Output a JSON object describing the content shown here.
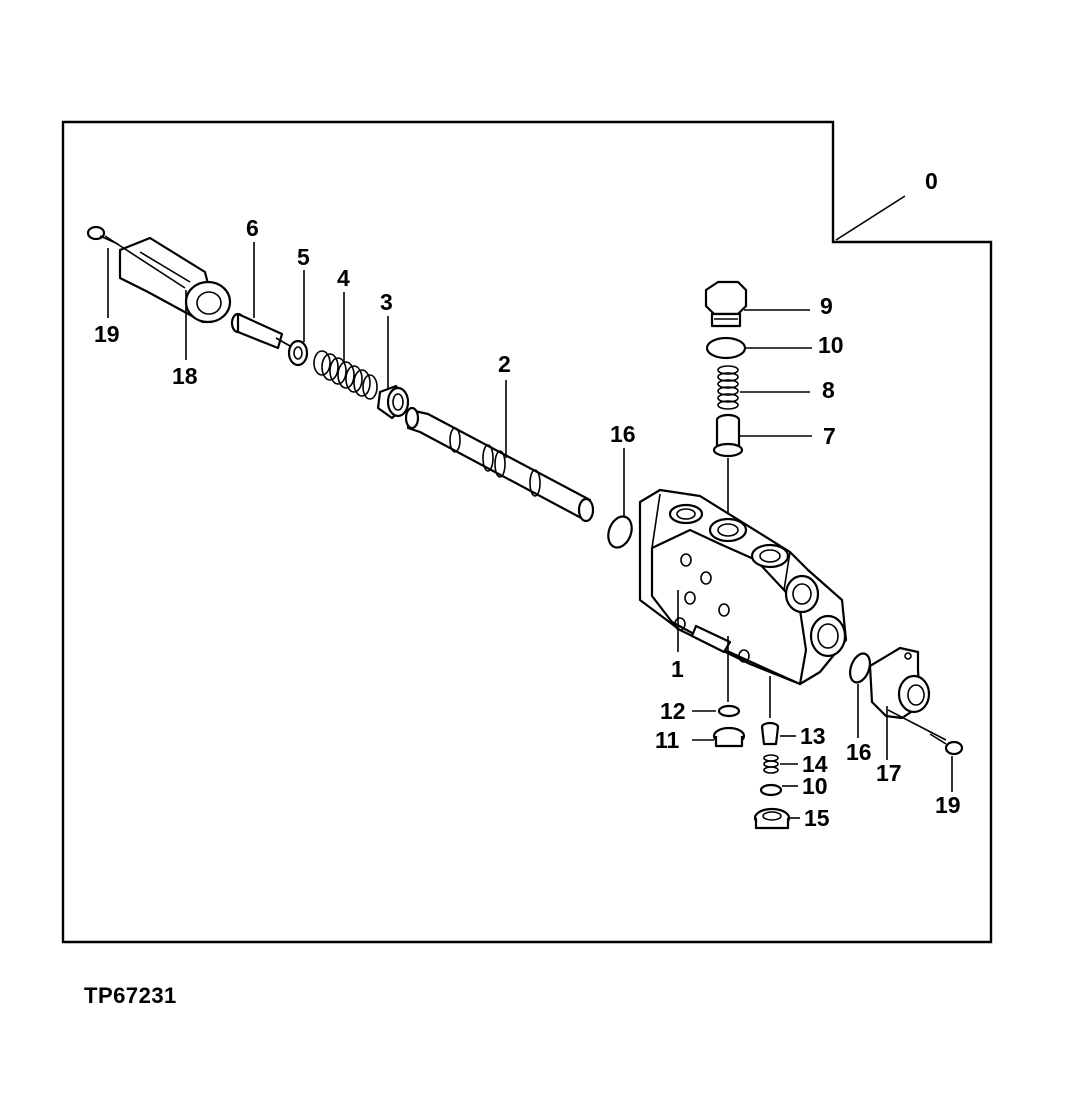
{
  "figure_id": "TP67231",
  "callouts": {
    "c0": "0",
    "c1": "1",
    "c2": "2",
    "c3": "3",
    "c4": "4",
    "c5": "5",
    "c6": "6",
    "c7": "7",
    "c8": "8",
    "c9": "9",
    "c10a": "10",
    "c10b": "10",
    "c11": "11",
    "c12": "12",
    "c13": "13",
    "c14": "14",
    "c15": "15",
    "c16a": "16",
    "c16b": "16",
    "c17": "17",
    "c18": "18",
    "c19a": "19",
    "c19b": "19"
  }
}
